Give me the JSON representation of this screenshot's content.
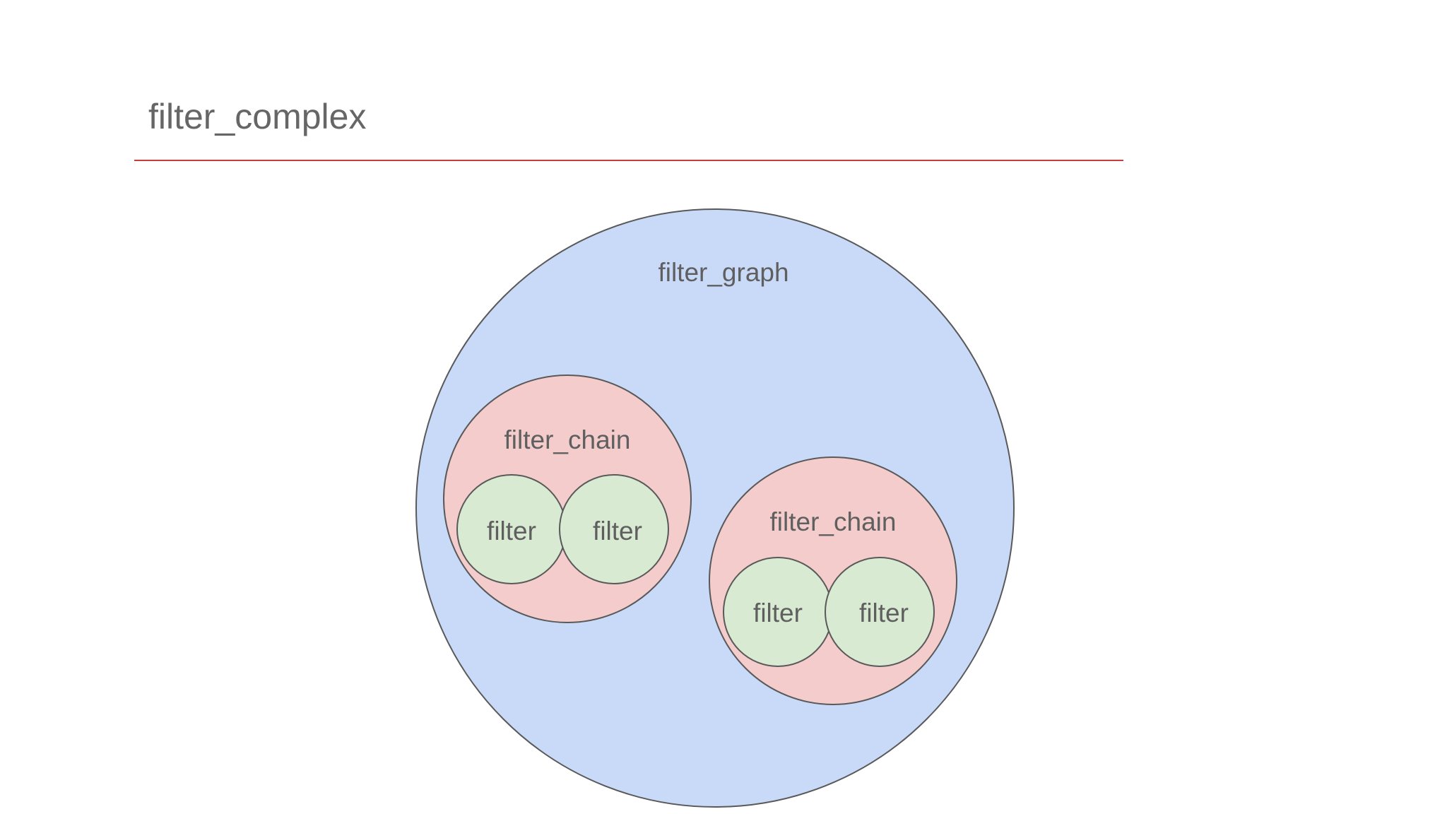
{
  "title": "filter_complex",
  "diagram": {
    "graph": {
      "label": "filter_graph"
    },
    "chains": [
      {
        "label": "filter_chain",
        "filters": [
          {
            "label": "filter"
          },
          {
            "label": "filter"
          }
        ]
      },
      {
        "label": "filter_chain",
        "filters": [
          {
            "label": "filter"
          },
          {
            "label": "filter"
          }
        ]
      }
    ]
  },
  "colors": {
    "title_text": "#666666",
    "title_rule": "#cc3a3a",
    "graph_fill": "#c9daf8",
    "chain_fill": "#f4cccc",
    "filter_fill": "#d9ead3",
    "outline": "#595959",
    "label_text": "#5f5f5f"
  }
}
